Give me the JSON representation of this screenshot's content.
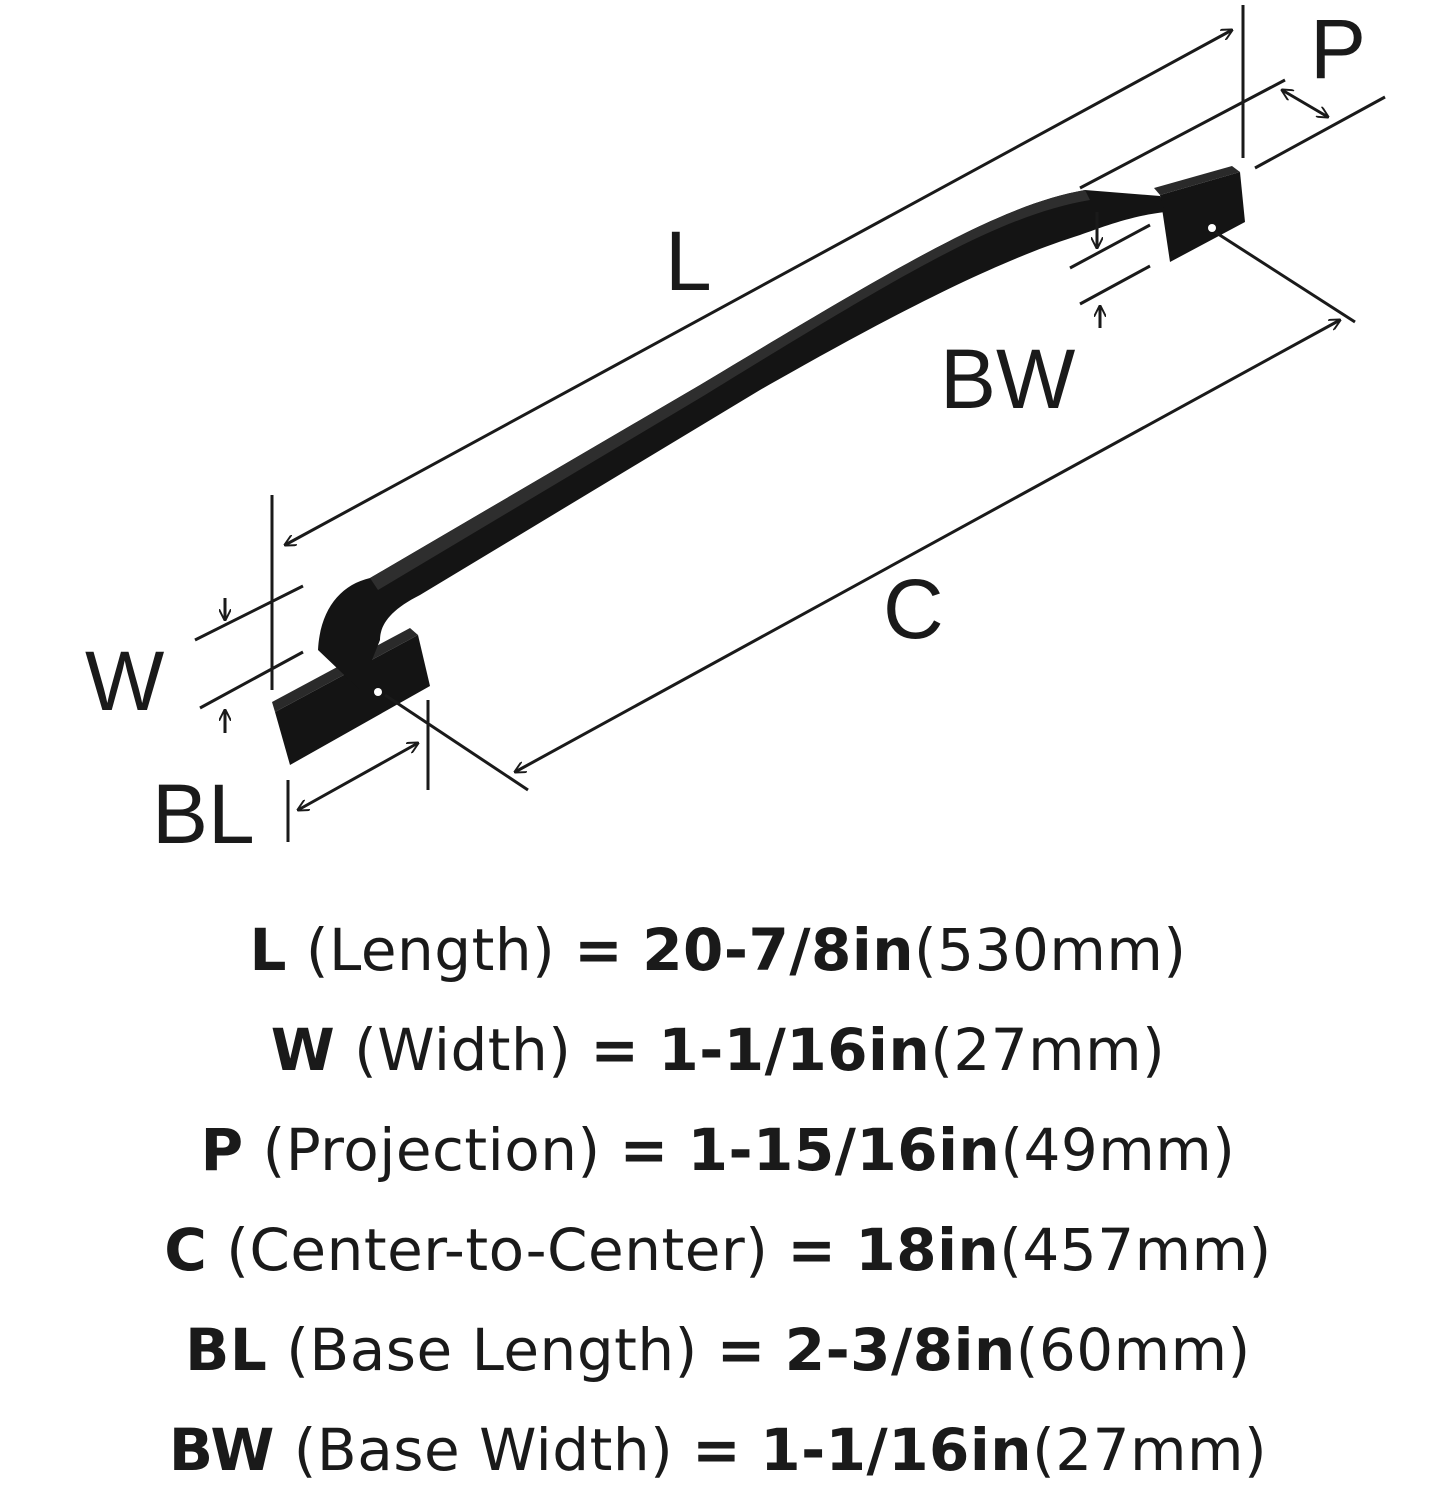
{
  "diagram": {
    "labels": {
      "L": "L",
      "P": "P",
      "BW": "BW",
      "C": "C",
      "W": "W",
      "BL": "BL"
    },
    "handle_color": "#141414",
    "line_color": "#1a1a1a"
  },
  "specs": [
    {
      "code": "L",
      "name": "(Length)",
      "eq": "=",
      "value": "20-7/8in",
      "metric": "(530mm)"
    },
    {
      "code": "W",
      "name": "(Width)",
      "eq": "=",
      "value": "1-1/16in",
      "metric": "(27mm)"
    },
    {
      "code": "P",
      "name": "(Projection)",
      "eq": "=",
      "value": "1-15/16in",
      "metric": "(49mm)"
    },
    {
      "code": "C",
      "name": "(Center-to-Center)",
      "eq": "=",
      "value": "18in",
      "metric": "(457mm)"
    },
    {
      "code": "BL",
      "name": "(Base Length)",
      "eq": "=",
      "value": "2-3/8in",
      "metric": "(60mm)"
    },
    {
      "code": "BW",
      "name": "(Base Width)",
      "eq": "=",
      "value": "1-1/16in",
      "metric": "(27mm)"
    }
  ]
}
